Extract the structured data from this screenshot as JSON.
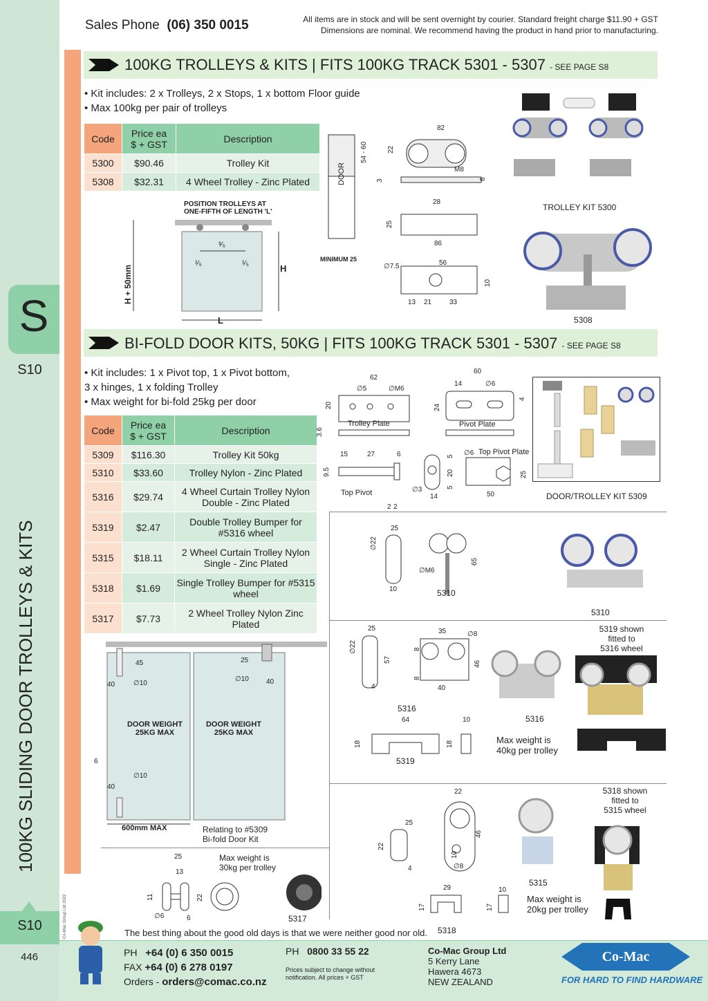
{
  "header": {
    "sales_phone_label": "Sales Phone",
    "sales_phone": "(06) 350 0015",
    "note_line1": "All items are in stock and will be sent overnight by courier. Standard freight charge $11.90 + GST",
    "note_line2": "Dimensions are nominal. We recommend having the product in hand prior to manufacturing."
  },
  "sidebar": {
    "letter": "S",
    "code_top": "S10",
    "vertical_title": "100KG SLIDING DOOR TROLLEYS & KITS",
    "code_bottom": "S10",
    "page_number": "446",
    "copyright": "© Co-Mac Group Ltd 2022"
  },
  "section1": {
    "title": "100KG TROLLEYS & KITS | FITS 100KG TRACK 5301 - 5307",
    "see_page": "- SEE PAGE S8",
    "bullets": [
      "• Kit includes: 2 x Trolleys, 2 x Stops, 1 x bottom Floor guide",
      "• Max 100kg per pair of trolleys"
    ],
    "table": {
      "col_code": "Code",
      "col_price_1": "Price ea",
      "col_price_2": "$ + GST",
      "col_desc": "Description",
      "rows": [
        {
          "code": "5300",
          "price": "$90.46",
          "desc": "Trolley Kit"
        },
        {
          "code": "5308",
          "price": "$32.31",
          "desc": "4 Wheel Trolley - Zinc Plated"
        }
      ]
    },
    "diagram": {
      "position_note_1": "POSITION TROLLEYS AT",
      "position_note_2": "ONE-FIFTH OF LENGTH 'L'",
      "three_fifths": "³⁄₅",
      "one_fifth_a": "¹⁄₅",
      "one_fifth_b": "¹⁄₅",
      "h_plus": "H + 50mm",
      "h": "H",
      "l": "L",
      "door": "DOOR",
      "minimum": "MINIMUM 25",
      "d54_60": "54 - 60",
      "d82": "82",
      "d22": "22",
      "m8": "M8",
      "d3": "3",
      "d6": "6",
      "d28": "28",
      "d25": "25",
      "d86": "86",
      "d56": "56",
      "dia75": "∅7.5",
      "d10": "10",
      "d13": "13",
      "d21": "21",
      "d33": "33"
    },
    "caption_kit": "TROLLEY KIT 5300",
    "caption_5308": "5308"
  },
  "section2": {
    "title": "BI-FOLD DOOR KITS, 50KG | FITS 100KG TRACK 5301 - 5307",
    "see_page": "- SEE PAGE S8",
    "bullets": [
      "• Kit includes: 1 x Pivot top, 1 x Pivot bottom,",
      "  3 x hinges, 1 x folding Trolley",
      "• Max weight for bi-fold 25kg per door"
    ],
    "table": {
      "col_code": "Code",
      "col_price_1": "Price ea",
      "col_price_2": "$ + GST",
      "col_desc": "Description",
      "rows": [
        {
          "code": "5309",
          "price": "$116.30",
          "desc": "Trolley Kit 50kg"
        },
        {
          "code": "5310",
          "price": "$33.60",
          "desc": "Trolley Nylon - Zinc Plated"
        },
        {
          "code": "5316",
          "price": "$29.74",
          "desc": "4 Wheel Curtain Trolley Nylon Double - Zinc Plated"
        },
        {
          "code": "5319",
          "price": "$2.47",
          "desc": "Double Trolley Bumper for #5316 wheel"
        },
        {
          "code": "5315",
          "price": "$18.11",
          "desc": "2 Wheel Curtain Trolley Nylon Single - Zinc Plated"
        },
        {
          "code": "5318",
          "price": "$1.69",
          "desc": "Single Trolley Bumper for #5315 wheel"
        },
        {
          "code": "5317",
          "price": "$7.73",
          "desc": "2 Wheel Trolley Nylon Zinc Plated"
        }
      ]
    },
    "plates": {
      "d62": "62",
      "dia5": "∅5",
      "m6": "∅M6",
      "d20": "20",
      "trolley_plate": "Trolley Plate",
      "d36": "3.6",
      "d60": "60",
      "d14": "14",
      "dia6": "∅6",
      "d24": "24",
      "d4": "4",
      "pivot_plate": "Pivot Plate"
    },
    "pivots": {
      "d15": "15",
      "d27": "27",
      "d6": "6",
      "d95": "9.5",
      "top_pivot": "Top Pivot",
      "d2a": "2",
      "d2b": "2",
      "d5a": "5",
      "d20": "20",
      "d5b": "5",
      "dia3": "∅3",
      "d14": "14",
      "dia6": "∅6",
      "top_pivot_plate": "Top Pivot Plate",
      "d25": "25",
      "d50": "50"
    },
    "caption_kit": "DOOR/TROLLEY KIT 5309",
    "bifold": {
      "d45": "45",
      "d25": "25",
      "d40a": "40",
      "dia10a": "∅10",
      "dia10b": "∅10",
      "d40b": "40",
      "door_weight_1": "DOOR WEIGHT",
      "door_weight_2": "25KG MAX",
      "door_weight_3": "DOOR WEIGHT",
      "door_weight_4": "25KG MAX",
      "d6": "6",
      "d40c": "40",
      "dia10c": "∅10",
      "max_600": "600mm MAX",
      "relating_1": "Relating to #5309",
      "relating_2": "Bi-fold Door Kit"
    },
    "p5310": {
      "d25": "25",
      "dia22": "∅22",
      "m6": "∅M6",
      "d65": "65",
      "d10": "10",
      "cap_dwg": "5310",
      "cap_photo": "5310"
    },
    "p5316": {
      "d25": "25",
      "dia22": "∅22",
      "d57": "57",
      "d4": "4",
      "d35": "35",
      "dia8": "∅8",
      "d8a": "8",
      "d8b": "8",
      "d46": "46",
      "d40": "40",
      "cap_dwg": "5316",
      "cap_photo": "5316",
      "shown_1": "5319 shown",
      "shown_2": "fitted to",
      "shown_3": "5316 wheel",
      "d64": "64",
      "d10": "10",
      "d18a": "18",
      "d18b": "18",
      "cap_5319": "5319",
      "max_1": "Max weight is",
      "max_2": "40kg per trolley"
    },
    "p5315": {
      "d22a": "22",
      "d25": "25",
      "d22b": "22",
      "d4": "4",
      "d46": "46",
      "d10": "10",
      "dia8": "∅8",
      "d29": "29",
      "d17a": "17",
      "d17b": "17",
      "d10b": "10",
      "cap_5318": "5318",
      "cap_5315": "5315",
      "max_1": "Max weight is",
      "max_2": "20kg per trolley",
      "shown_1": "5318 shown",
      "shown_2": "fitted to",
      "shown_3": "5315 wheel"
    },
    "p5317": {
      "d25": "25",
      "d13": "13",
      "d11": "11",
      "d22": "22",
      "dia6": "∅6",
      "d6": "6",
      "cap": "5317",
      "max_1": "Max weight is",
      "max_2": "30kg per trolley"
    }
  },
  "footer": {
    "quote": "The best thing about the good old days is that we were neither good nor old.",
    "ph_label": "PH",
    "ph": "+64 (0) 6 350 0015",
    "fax_label": "FAX",
    "fax": "+64 (0) 6 278 0197",
    "orders_label": "Orders -",
    "orders": "orders@comac.co.nz",
    "ph2_label": "PH",
    "ph2": "0800 33 55 22",
    "small_1": "Prices subject to change without",
    "small_2": "notification. All prices + GST",
    "company": "Co-Mac Group Ltd",
    "addr1": "5 Kerry Lane",
    "addr2": "Hawera 4673",
    "addr3": "NEW ZEALAND",
    "logo": "Co-Mac",
    "tagline": "FOR HARD TO FIND HARDWARE"
  }
}
